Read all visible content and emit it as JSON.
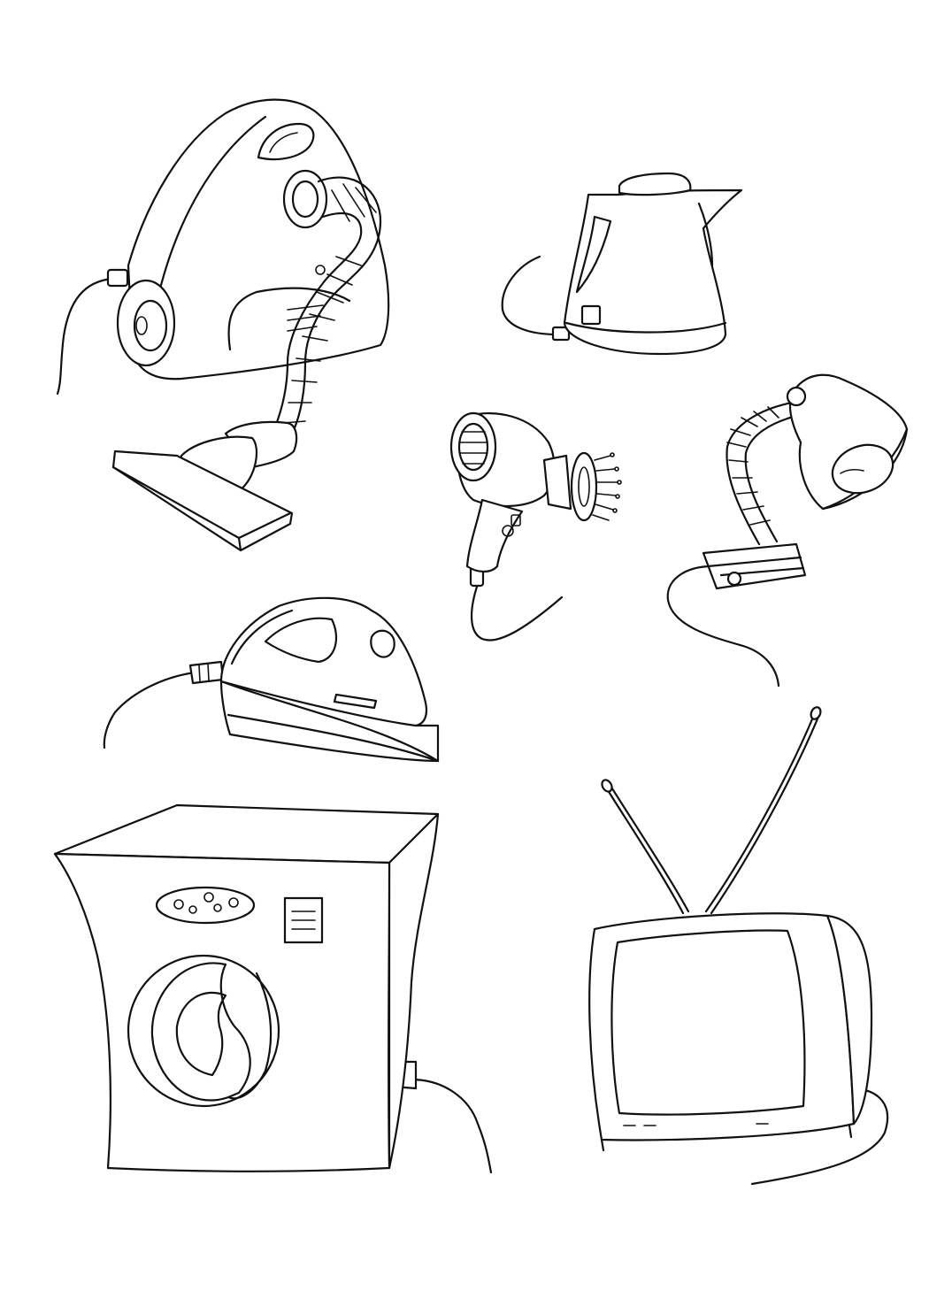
{
  "page": {
    "kind": "coloring-page",
    "background": "#ffffff",
    "line_color": "#111111"
  },
  "items": [
    {
      "id": "vacuum-cleaner",
      "icon": "vacuum-cleaner-icon"
    },
    {
      "id": "electric-kettle",
      "icon": "kettle-icon"
    },
    {
      "id": "hair-dryer",
      "icon": "hair-dryer-icon"
    },
    {
      "id": "desk-lamp",
      "icon": "desk-lamp-icon"
    },
    {
      "id": "clothes-iron",
      "icon": "iron-icon"
    },
    {
      "id": "washing-machine",
      "icon": "washing-machine-icon"
    },
    {
      "id": "television",
      "icon": "tv-icon"
    }
  ]
}
